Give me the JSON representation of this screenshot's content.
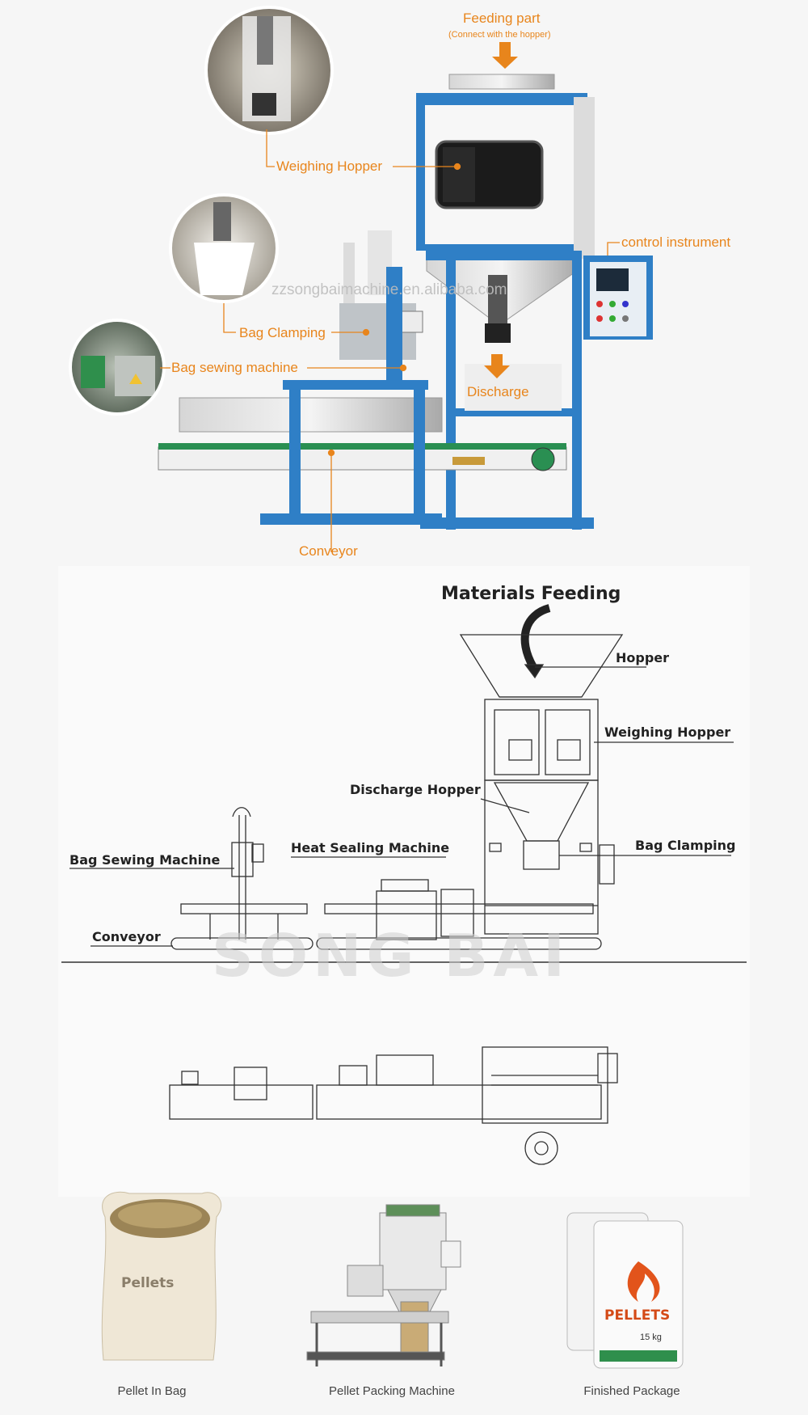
{
  "photo_section": {
    "labels": {
      "feeding_part": "Feeding part",
      "feeding_part_note": "(Connect with the hopper)",
      "weighing_hopper": "Weighing Hopper",
      "control_instrument": "control instrument",
      "bag_clamping": "Bag Clamping",
      "bag_sewing_machine": "Bag sewing machine",
      "discharge": "Discharge",
      "conveyor": "Conveyor"
    },
    "watermark": "zzsongbaimachine.en.alibaba.com",
    "colors": {
      "label": "#e8851c",
      "machine_frame": "#2f7fc6"
    }
  },
  "drawing_section": {
    "labels": {
      "materials_feeding": "Materials Feeding",
      "hopper": "Hopper",
      "weighing_hopper": "Weighing Hopper",
      "discharge_hopper": "Discharge Hopper",
      "bag_clamping": "Bag Clamping",
      "bag_sewing_machine": "Bag Sewing Machine",
      "heat_sealing_machine": "Heat Sealing Machine",
      "conveyor": "Conveyor"
    },
    "watermark": "SONG BAI"
  },
  "products": {
    "items": [
      {
        "caption": "Pellet In Bag",
        "bag_text": "Pellets"
      },
      {
        "caption": "Pellet Packing Machine"
      },
      {
        "caption": "Finished Package",
        "bag_text": "PELLETS",
        "weight_text": "15 kg"
      }
    ]
  }
}
